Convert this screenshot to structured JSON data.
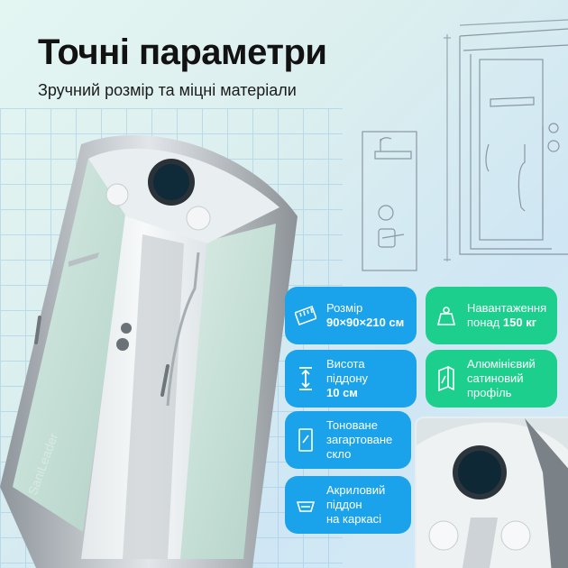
{
  "header": {
    "title": "Точні параметри",
    "subtitle": "Зручний розмір та міцні матеріали"
  },
  "features": [
    {
      "icon": "ruler-icon",
      "label": "Розмір",
      "value": "90×90×210 см",
      "color": "#1aa3ea"
    },
    {
      "icon": "weight-icon",
      "label": "Навантаження",
      "line2_prefix": "понад ",
      "value": "150 кг",
      "color": "#1dcf8c"
    },
    {
      "icon": "height-arrow-icon",
      "label": "Висота піддону",
      "value": "10 см",
      "color": "#1aa3ea"
    },
    {
      "icon": "profile-icon",
      "line1": "Алюмінієвий",
      "line2": "сатиновий",
      "line3": "профіль",
      "color": "#1dcf8c"
    },
    {
      "icon": "glass-icon",
      "line1": "Тоноване",
      "line2": "загартоване",
      "line3": "скло",
      "color": "#1aa3ea"
    },
    {
      "icon": "tray-icon",
      "line1": "Акриловий",
      "line2": "піддон",
      "line3": "на каркасі",
      "color": "#1aa3ea"
    }
  ]
}
